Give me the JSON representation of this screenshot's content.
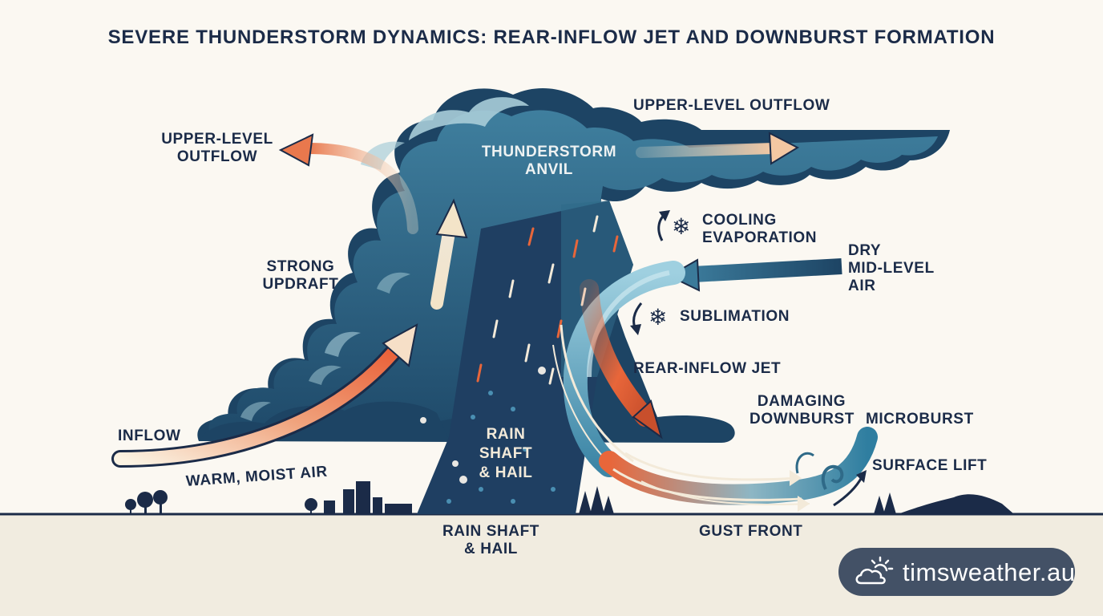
{
  "title": "SEVERE THUNDERSTORM DYNAMICS: REAR-INFLOW JET AND DOWNBURST FORMATION",
  "labels": {
    "upper_outflow_left": [
      "UPPER-LEVEL",
      "OUTFLOW"
    ],
    "anvil": [
      "THUNDERSTORM",
      "ANVIL"
    ],
    "upper_outflow_right": "UPPER-LEVEL OUTFLOW",
    "cooling": [
      "COOLING",
      "EVAPORATION"
    ],
    "dry_air": [
      "DRY",
      "MID-LEVEL",
      "AIR"
    ],
    "updraft": [
      "STRONG",
      "UPDRAFT"
    ],
    "sublimation": "SUBLIMATION",
    "rear_inflow": "REAR-INFLOW JET",
    "damaging": [
      "DAMAGING",
      "DOWNBURST"
    ],
    "microburst": "MICROBURST",
    "inflow": "INFLOW",
    "rain_inner": [
      "RAIN",
      "SHAFT",
      "& HAIL"
    ],
    "surface_lift": "SURFACE LIFT",
    "warm_air": "WARM, MOIST AIR",
    "rain_ground": [
      "RAIN SHAFT",
      "& HAIL"
    ],
    "gust_front": "GUST FRONT"
  },
  "icons": {
    "cooling": "snowflake-icon",
    "sublimation": "snowflake-icon",
    "brand": "sun-cloud-icon"
  },
  "icon_glyph": "❄",
  "brand": {
    "name": "timsweather.au"
  },
  "colors": {
    "cloud_dark": "#1d4464",
    "cloud_mid": "#2f6a88",
    "cloud_light": "#4a8aa8",
    "cloud_highlight": "#a8cdd8",
    "navy": "#1b2b48",
    "orange": "#e8663a",
    "cream": "#f5ead7",
    "ground": "#f1ece0",
    "brand_bg": "#435166"
  }
}
